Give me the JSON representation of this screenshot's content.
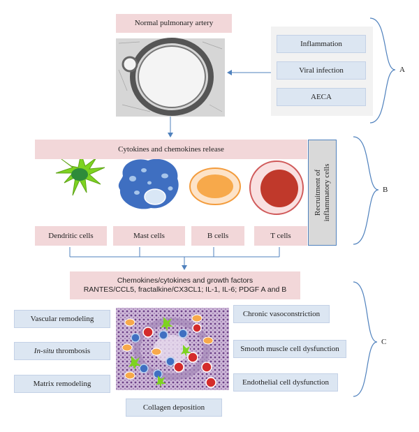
{
  "section_a": {
    "title": "Normal pulmonary artery",
    "causes": [
      "Inflammation",
      "Viral infection",
      "AECA"
    ],
    "bracket_label": "A"
  },
  "section_b": {
    "release": "Cytokines and chemokines release",
    "recruitment_line1": "Recruitment of",
    "recruitment_line2": "inflammatory cells",
    "cells": [
      "Dendritic cells",
      "Mast cells",
      "B cells",
      "T cells"
    ],
    "bracket_label": "B"
  },
  "section_c": {
    "mediators_line1": "Chemokines/cytokines and growth factors",
    "mediators_line2": "RANTES/CCL5, fractalkine/CX3CL1; IL-1, IL-6; PDGF A and B",
    "left": [
      "Vascular remodeling",
      "thrombosis",
      "Matrix remodeling"
    ],
    "left_italic_prefix": "In-situ",
    "right": [
      "Chronic vasoconstriction",
      "Smooth muscle cell dysfunction",
      "Endothelial cell dysfunction"
    ],
    "bottom": "Collagen deposition",
    "bracket_label": "C"
  },
  "colors": {
    "arrow": "#4f81bd",
    "pink_box": "#f2d7d9",
    "blue_box": "#dce6f2",
    "dendritic": "#7ed321",
    "mast": "#3f6fc1",
    "b_cell": "#f7a94b",
    "t_cell": "#c0392b"
  }
}
